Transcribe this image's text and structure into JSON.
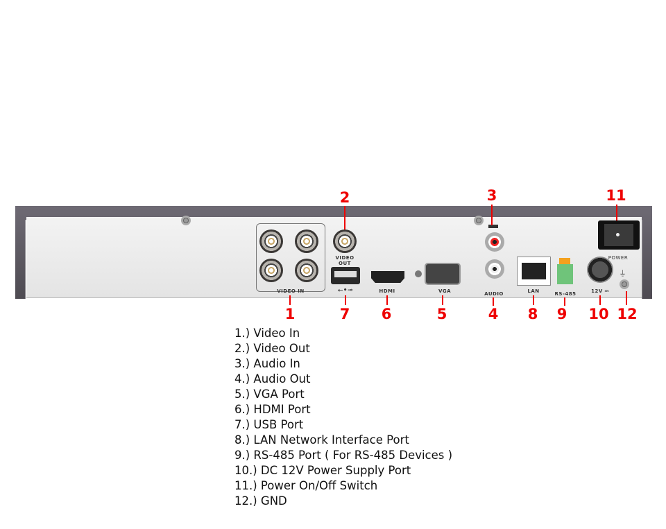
{
  "panel_labels": {
    "video_in": "VIDEO IN",
    "video_out_1": "VIDEO",
    "video_out_2": "OUT",
    "hdmi": "HDMI",
    "vga": "VGA",
    "audio": "AUDIO",
    "lan": "LAN",
    "rs485": "RS-485",
    "dc": "12V ⎓",
    "power": "POWER"
  },
  "callouts": [
    "1",
    "2",
    "3",
    "4",
    "5",
    "6",
    "7",
    "8",
    "9",
    "10",
    "11",
    "12"
  ],
  "legend": [
    "1.) Video In",
    "2.) Video Out",
    "3.) Audio In",
    "4.) Audio Out",
    "5.) VGA Port",
    "6.) HDMI Port",
    "7.) USB Port",
    "8.) LAN Network Interface Port",
    "9.) RS-485 Port ( For RS-485 Devices )",
    "10.) DC 12V Power Supply Port",
    "11.) Power On/Off Switch",
    "12.) GND"
  ],
  "colors": {
    "callout": "#e00000",
    "panel": "#e9e9e9",
    "frame": "#5e5a63"
  }
}
